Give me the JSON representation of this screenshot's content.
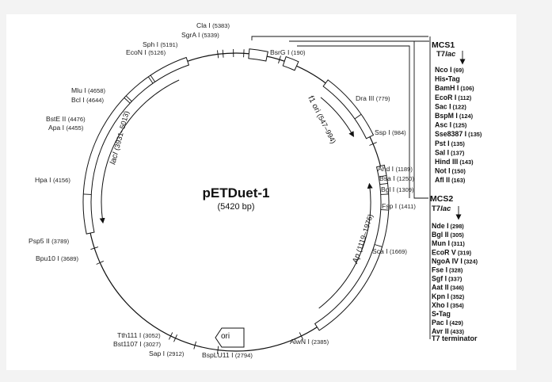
{
  "plasmid": {
    "name": "pETDuet-1",
    "size": "(5420 bp)"
  },
  "sites": [
    {
      "name": "Cla I",
      "pos": "(5383)"
    },
    {
      "name": "SgrA I",
      "pos": "(5339)"
    },
    {
      "name": "Sph I",
      "pos": "(5191)"
    },
    {
      "name": "EcoN I",
      "pos": "(5126)"
    },
    {
      "name": "BsrG I",
      "pos": "(190)"
    },
    {
      "name": "Mlu I",
      "pos": "(4658)"
    },
    {
      "name": "Bcl I",
      "pos": "(4644)"
    },
    {
      "name": "Dra III",
      "pos": "(779)"
    },
    {
      "name": "BstE II",
      "pos": "(4476)"
    },
    {
      "name": "Apa I",
      "pos": "(4455)"
    },
    {
      "name": "Ssp I",
      "pos": "(984)"
    },
    {
      "name": "Ahd I",
      "pos": "(1189)"
    },
    {
      "name": "Bsa I",
      "pos": "(1250)"
    },
    {
      "name": "Bgl I",
      "pos": "(1309)"
    },
    {
      "name": "Hpa I",
      "pos": "(4156)"
    },
    {
      "name": "Fsp I",
      "pos": "(1411)"
    },
    {
      "name": "Psp5 II",
      "pos": "(3789)"
    },
    {
      "name": "Bpu10 I",
      "pos": "(3689)"
    },
    {
      "name": "Sca I",
      "pos": "(1669)"
    },
    {
      "name": "Tth111 I",
      "pos": "(3052)"
    },
    {
      "name": "Bst1107 I",
      "pos": "(3027)"
    },
    {
      "name": "Sap I",
      "pos": "(2912)"
    },
    {
      "name": "BspLU11 I",
      "pos": "(2794)"
    },
    {
      "name": "AlwN I",
      "pos": "(2385)"
    }
  ],
  "features": {
    "f1ori": {
      "name": "f1 ori",
      "pos": "(547–994)"
    },
    "lacI": {
      "name": "lacI",
      "pos": "(3931–5013)"
    },
    "ap": {
      "name": "Ap",
      "pos": "(1119–1976)"
    },
    "ori": {
      "name": "ori"
    }
  },
  "mcs1": {
    "title": "MCS1",
    "promoter": "T7",
    "promoter_suffix": "lac",
    "items": [
      {
        "name": "Nco I",
        "pos": "(69)"
      },
      {
        "name": "His•Tag",
        "pos": ""
      },
      {
        "name": "BamH I",
        "pos": "(106)"
      },
      {
        "name": "EcoR I",
        "pos": "(112)"
      },
      {
        "name": "Sac I",
        "pos": "(122)"
      },
      {
        "name": "BspM I",
        "pos": "(124)"
      },
      {
        "name": "Asc I",
        "pos": "(125)"
      },
      {
        "name": "Sse8387 I",
        "pos": "(135)"
      },
      {
        "name": "Pst I",
        "pos": "(135)"
      },
      {
        "name": "Sal I",
        "pos": "(137)"
      },
      {
        "name": "Hind III",
        "pos": "(143)"
      },
      {
        "name": "Not I",
        "pos": "(150)"
      },
      {
        "name": "Afl II",
        "pos": "(163)"
      }
    ]
  },
  "mcs2": {
    "title": "MCS2",
    "promoter": "T7",
    "promoter_suffix": "lac",
    "items": [
      {
        "name": "Nde I",
        "pos": "(298)"
      },
      {
        "name": "Bgl II",
        "pos": "(305)"
      },
      {
        "name": "Mun I",
        "pos": "(311)"
      },
      {
        "name": "EcoR V",
        "pos": "(319)"
      },
      {
        "name": "NgoA IV I",
        "pos": "(324)"
      },
      {
        "name": "Fse I",
        "pos": "(328)"
      },
      {
        "name": "Sgf I",
        "pos": "(337)"
      },
      {
        "name": "Aat II",
        "pos": "(346)"
      },
      {
        "name": "Kpn I",
        "pos": "(352)"
      },
      {
        "name": "Xho I",
        "pos": "(354)"
      },
      {
        "name": "S•Tag",
        "pos": ""
      },
      {
        "name": "Pac I",
        "pos": "(429)"
      },
      {
        "name": "Avr II",
        "pos": "(433)"
      }
    ],
    "terminator": "T7 terminator"
  }
}
